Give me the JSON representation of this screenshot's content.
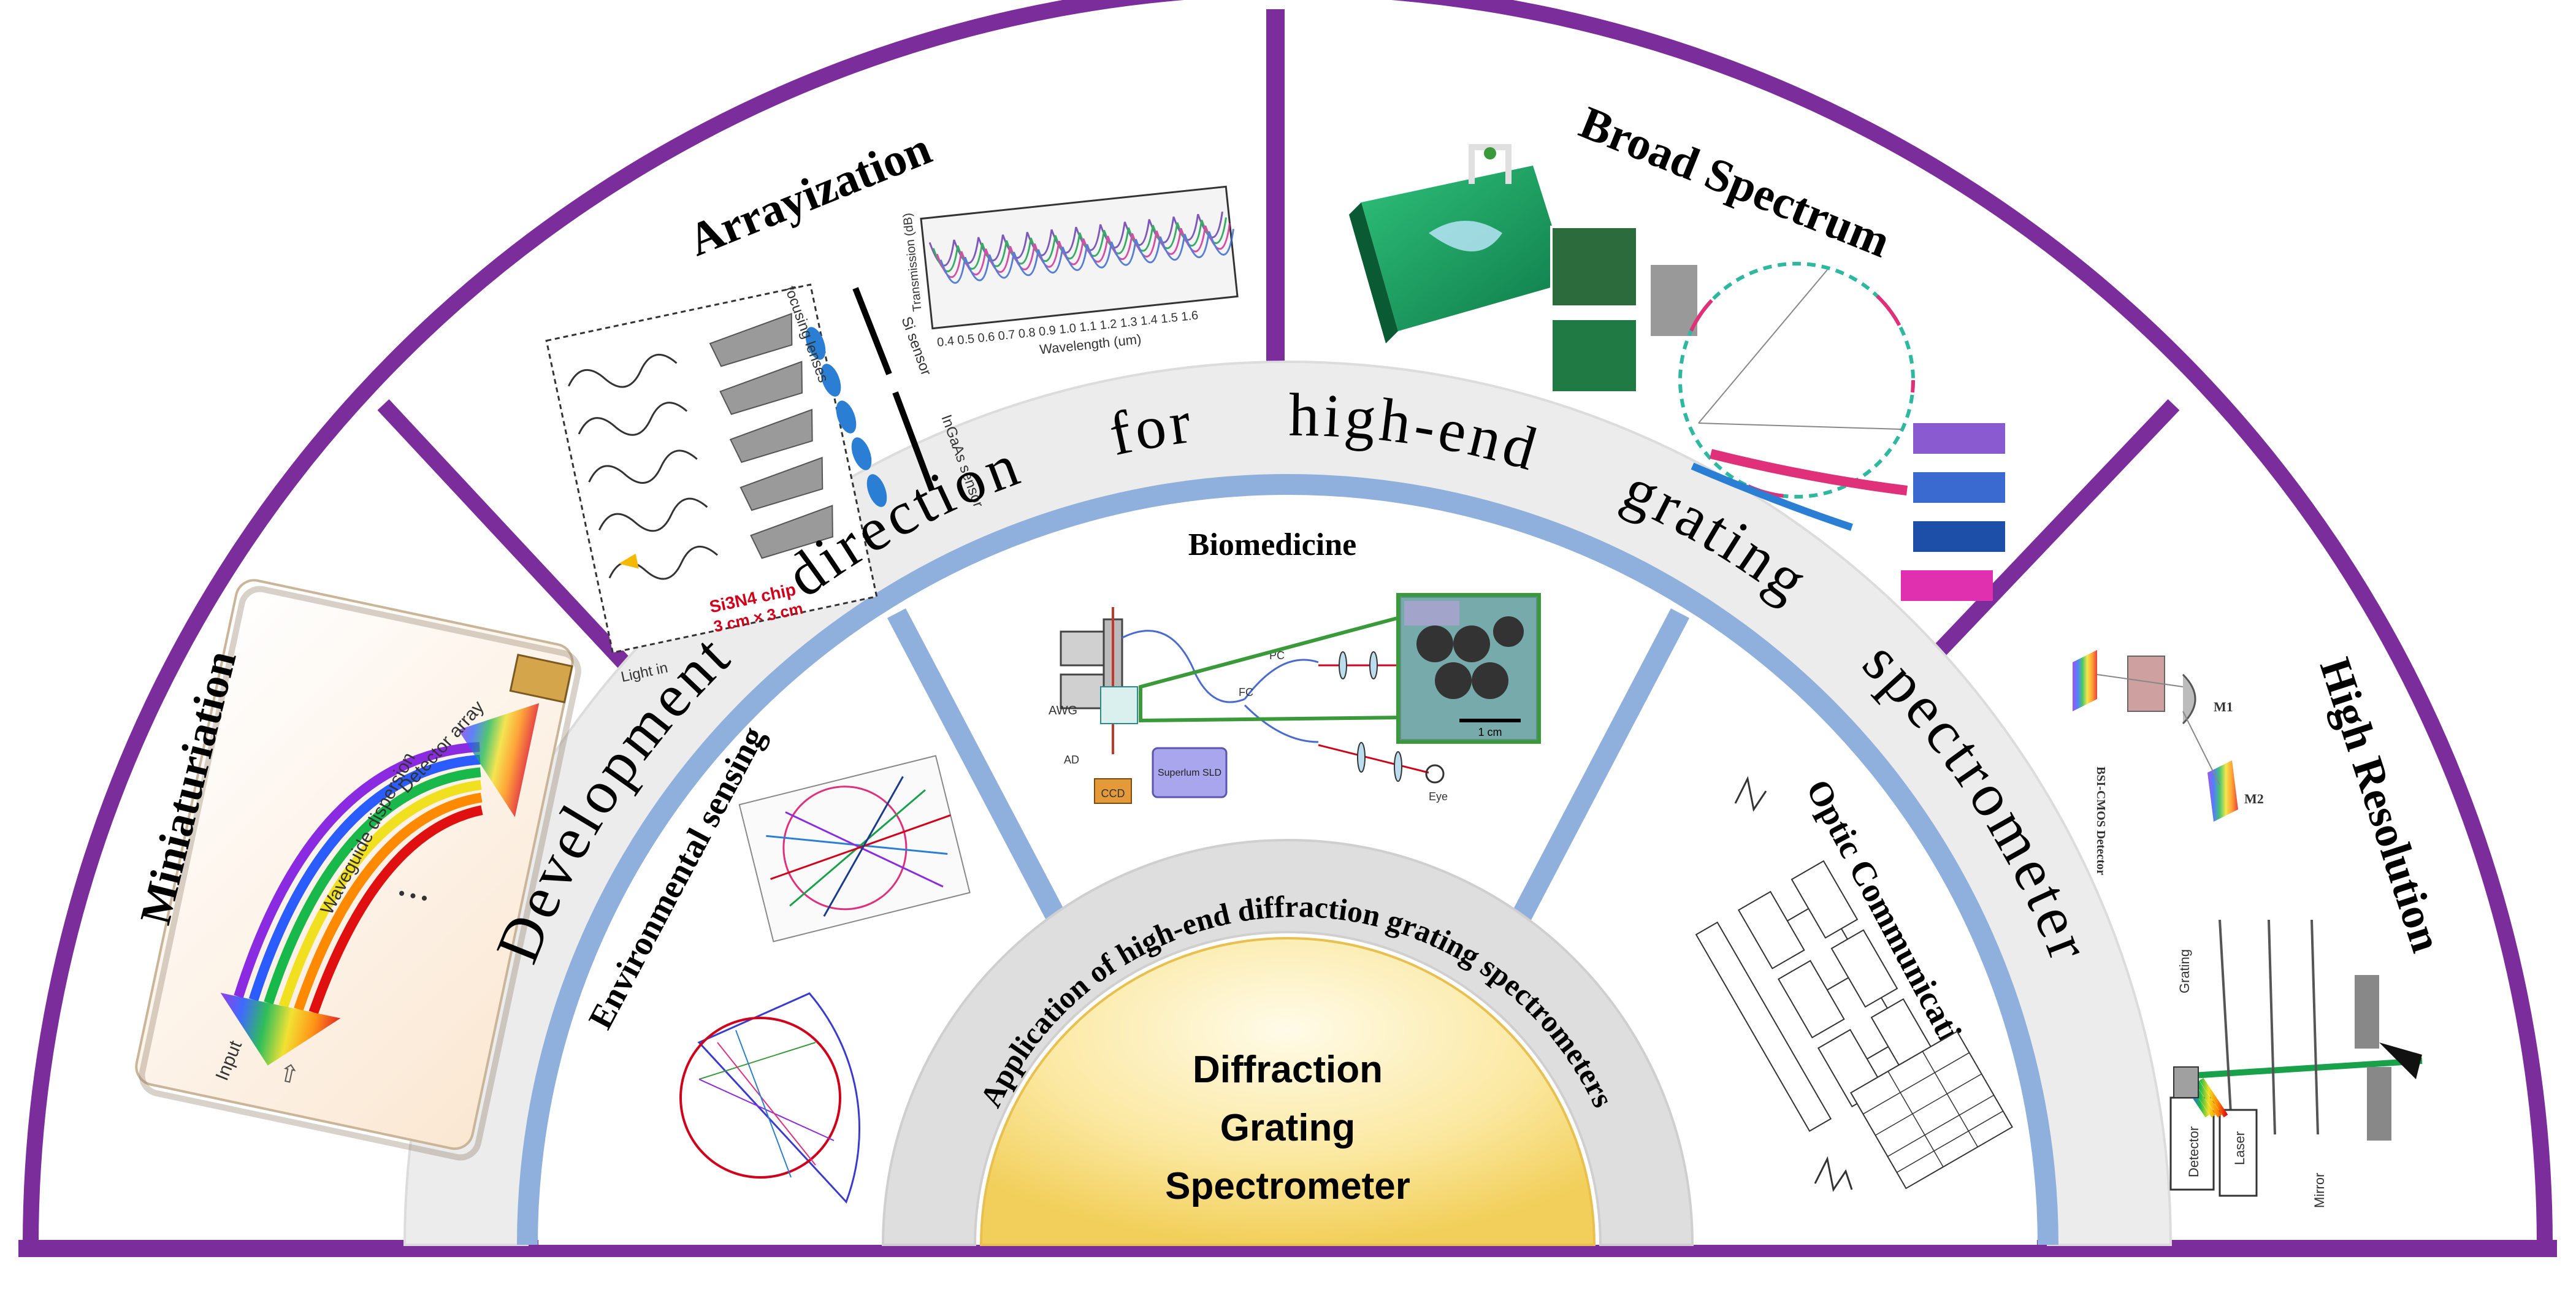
{
  "center": {
    "line1": "Diffraction",
    "line2": "Grating",
    "line3": "Spectrometer"
  },
  "inner_ring": {
    "label": "Application of high-end diffraction grating spectrometers"
  },
  "middle_ring": {
    "label": "Development direction for high-end grating spectrometer"
  },
  "applications": {
    "environmental_sensing": "Environmental sensing",
    "biomedicine": "Biomedicine",
    "optic_communication": "Optic Communication"
  },
  "directions": {
    "miniaturiation": "Miniaturiation",
    "arrayization": "Arrayization",
    "broad_spectrum": "Broad Spectrum",
    "high_resolution": "High Resolution"
  },
  "panel_labels": {
    "mini_input": "Input",
    "mini_dispersion": "Waveguide dispersion",
    "mini_detector": "Detector array",
    "mini_dots": "• • •",
    "array_chip": "Si3N4 chip",
    "array_chip_size": "3 cm × 3 cm",
    "array_light": "Light in",
    "array_si": "Si sensor",
    "array_ingaas": "InGaAs sensor",
    "array_lenses": "focusing lenses",
    "array_xlabel": "Wavelength (um)",
    "array_ylabel": "Transmission (dB)",
    "array_ticks": "0.4 0.5 0.6 0.7 0.8 0.9 1.0 1.1 1.2 1.3 1.4 1.5 1.6",
    "bio_awg": "AWG",
    "bio_ccd": "CCD",
    "bio_ad": "AD",
    "bio_fc": "FC",
    "bio_pc": "PC",
    "bio_sld": "Superlum SLD",
    "bio_scale": "1 cm",
    "bio_eye": "Eye",
    "hr_laser": "Laser",
    "hr_detector": "Detector",
    "hr_mirror": "Mirror",
    "hr_grating": "Grating",
    "hr_cmos": "BSI-CMOS Detector",
    "hr_m1": "M1",
    "hr_m2": "M2"
  },
  "colors": {
    "frame_purple": "#7b2d9b",
    "ring_gray": "#ececec",
    "ring_blue": "#8fb0dc",
    "center_yellow": "#f6d469",
    "bio_green": "#3a9a3a"
  }
}
